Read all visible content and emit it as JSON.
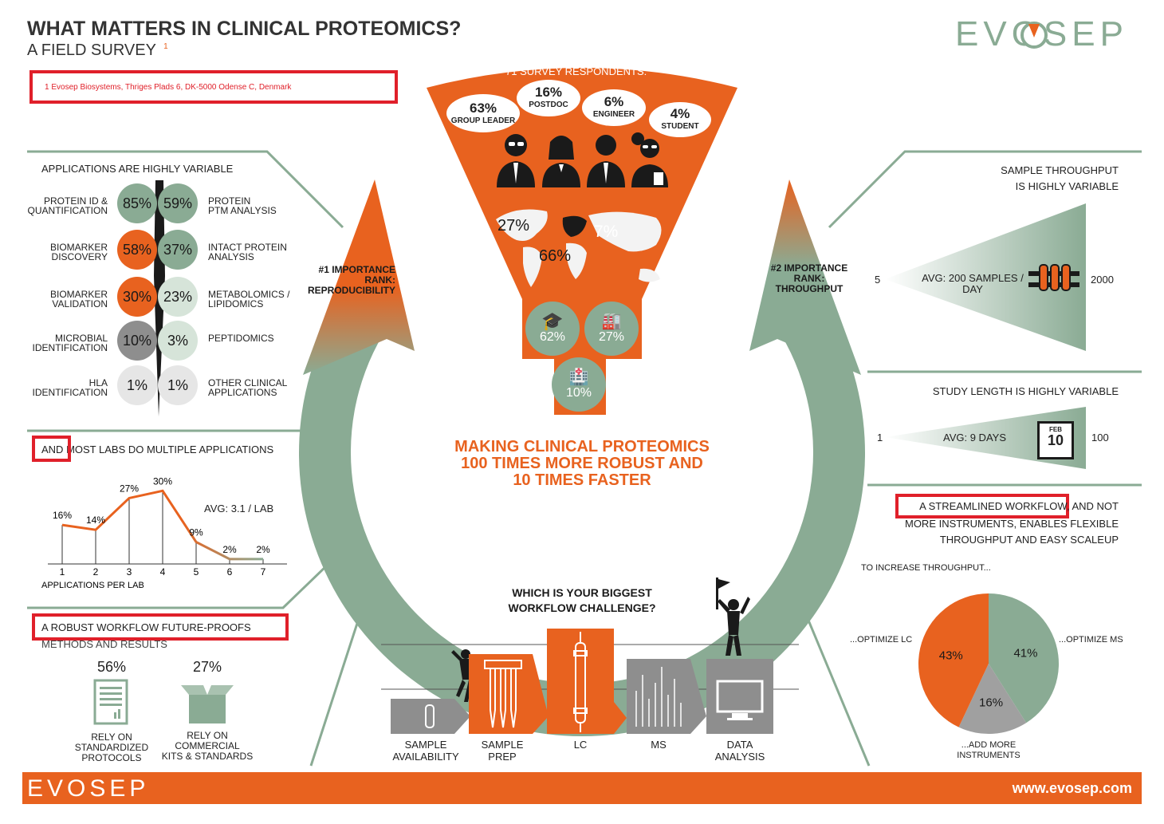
{
  "header": {
    "title": "WHAT MATTERS IN CLINICAL PROTEOMICS?",
    "subtitle": "A FIELD SURVEY",
    "sup": "1",
    "affiliation": "1 Evosep Biosystems, Thriges Plads 6, DK-5000 Odense C, Denmark",
    "logo": "EVOSEP"
  },
  "colors": {
    "orange": "#e8621f",
    "green": "#8aab94",
    "gray": "#8e8e8e",
    "red_box": "#e0202a"
  },
  "respondents": {
    "title": "71 SURVEY RESPONDENTS:",
    "roles": [
      {
        "pct": "63%",
        "label": "GROUP LEADER"
      },
      {
        "pct": "16%",
        "label": "POSTDOC"
      },
      {
        "pct": "6%",
        "label": "ENGINEER"
      },
      {
        "pct": "4%",
        "label": "STUDENT"
      }
    ],
    "regions": {
      "europe": "66%",
      "americas": "27%",
      "asia": "7%"
    },
    "sectors": [
      {
        "pct": "62%",
        "icon": "graduation-cap-icon"
      },
      {
        "pct": "27%",
        "icon": "factory-icon"
      },
      {
        "pct": "10%",
        "icon": "hospital-icon"
      }
    ]
  },
  "applications": {
    "title": "APPLICATIONS ARE HIGHLY VARIABLE",
    "rows": [
      {
        "left_label": "PROTEIN ID &\nQUANTIFICATION",
        "left": "85%",
        "right": "59%",
        "right_label": "PROTEIN\nPTM ANALYSIS"
      },
      {
        "left_label": "BIOMARKER\nDISCOVERY",
        "left": "58%",
        "right": "37%",
        "right_label": "INTACT PROTEIN\nANALYSIS"
      },
      {
        "left_label": "BIOMARKER\nVALIDATION",
        "left": "30%",
        "right": "23%",
        "right_label": "METABOLOMICS /\nLIPIDOMICS"
      },
      {
        "left_label": "MICROBIAL\nIDENTIFICATION",
        "left": "10%",
        "right": "3%",
        "right_label": "PEPTIDOMICS"
      },
      {
        "left_label": "HLA\nIDENTIFICATION",
        "left": "1%",
        "right": "1%",
        "right_label": "OTHER CLINICAL\nAPPLICATIONS"
      }
    ]
  },
  "multiple": {
    "title_a": "AND",
    "title_b": " MOST LABS DO MULTIPLE APPLICATIONS",
    "avg": "AVG: 3.1 / LAB",
    "xlabel": "APPLICATIONS PER LAB"
  },
  "chart_data": {
    "type": "line",
    "x": [
      1,
      2,
      3,
      4,
      5,
      6,
      7
    ],
    "values": [
      16,
      14,
      27,
      30,
      9,
      2,
      2
    ],
    "labels": [
      "16%",
      "14%",
      "27%",
      "30%",
      "9%",
      "2%",
      "2%"
    ],
    "xlabel": "APPLICATIONS PER LAB",
    "ylim": [
      0,
      35
    ]
  },
  "robust": {
    "title": "A ROBUST WORKFLOW  FUTURE-PROOFS",
    "title2": "METHODS AND RESULTS",
    "items": [
      {
        "pct": "56%",
        "label": "RELY ON\nSTANDARDIZED\nPROTOCOLS"
      },
      {
        "pct": "27%",
        "label": "RELY ON\nCOMMERCIAL\nKITS & STANDARDS"
      }
    ]
  },
  "rank1": "#1 IMPORTANCE\nRANK:\nREPRODUCIBILITY",
  "rank2": "#2 IMPORTANCE\nRANK:\nTHROUGHPUT",
  "center_message": "MAKING CLINICAL PROTEOMICS\n100 TIMES MORE ROBUST AND\n10 TIMES FASTER",
  "throughput": {
    "title": "SAMPLE THROUGHPUT\nIS HIGHLY VARIABLE",
    "min": "5",
    "max": "2000",
    "avg": "AVG: 200 SAMPLES /\nDAY"
  },
  "study": {
    "title": "STUDY LENGTH IS HIGHLY VARIABLE",
    "min": "1",
    "max": "100",
    "avg": "AVG: 9 DAYS",
    "cal_month": "FEB",
    "cal_day": "10"
  },
  "streamlined": {
    "title_a": "A STREAMLINED WORKFLOW,",
    "title_b": " AND NOT",
    "title_c": "MORE INSTRUMENTS, ENABLES FLEXIBLE\nTHROUGHPUT AND EASY SCALEUP",
    "pie_title": "TO INCREASE THROUGHPUT...",
    "slices": [
      {
        "label": "...OPTIMIZE MS",
        "value": 41,
        "text": "41%"
      },
      {
        "label": "...ADD MORE\nINSTRUMENTS",
        "value": 16,
        "text": "16%"
      },
      {
        "label": "...OPTIMIZE LC",
        "value": 43,
        "text": "43%"
      }
    ]
  },
  "workflow": {
    "question": "WHICH IS YOUR BIGGEST\nWORKFLOW CHALLENGE?",
    "steps": [
      "SAMPLE\nAVAILABILITY",
      "SAMPLE\nPREP",
      "LC",
      "MS",
      "DATA\nANALYSIS"
    ]
  },
  "footer": {
    "logo": "EVOSEP",
    "url": "www.evosep.com"
  }
}
